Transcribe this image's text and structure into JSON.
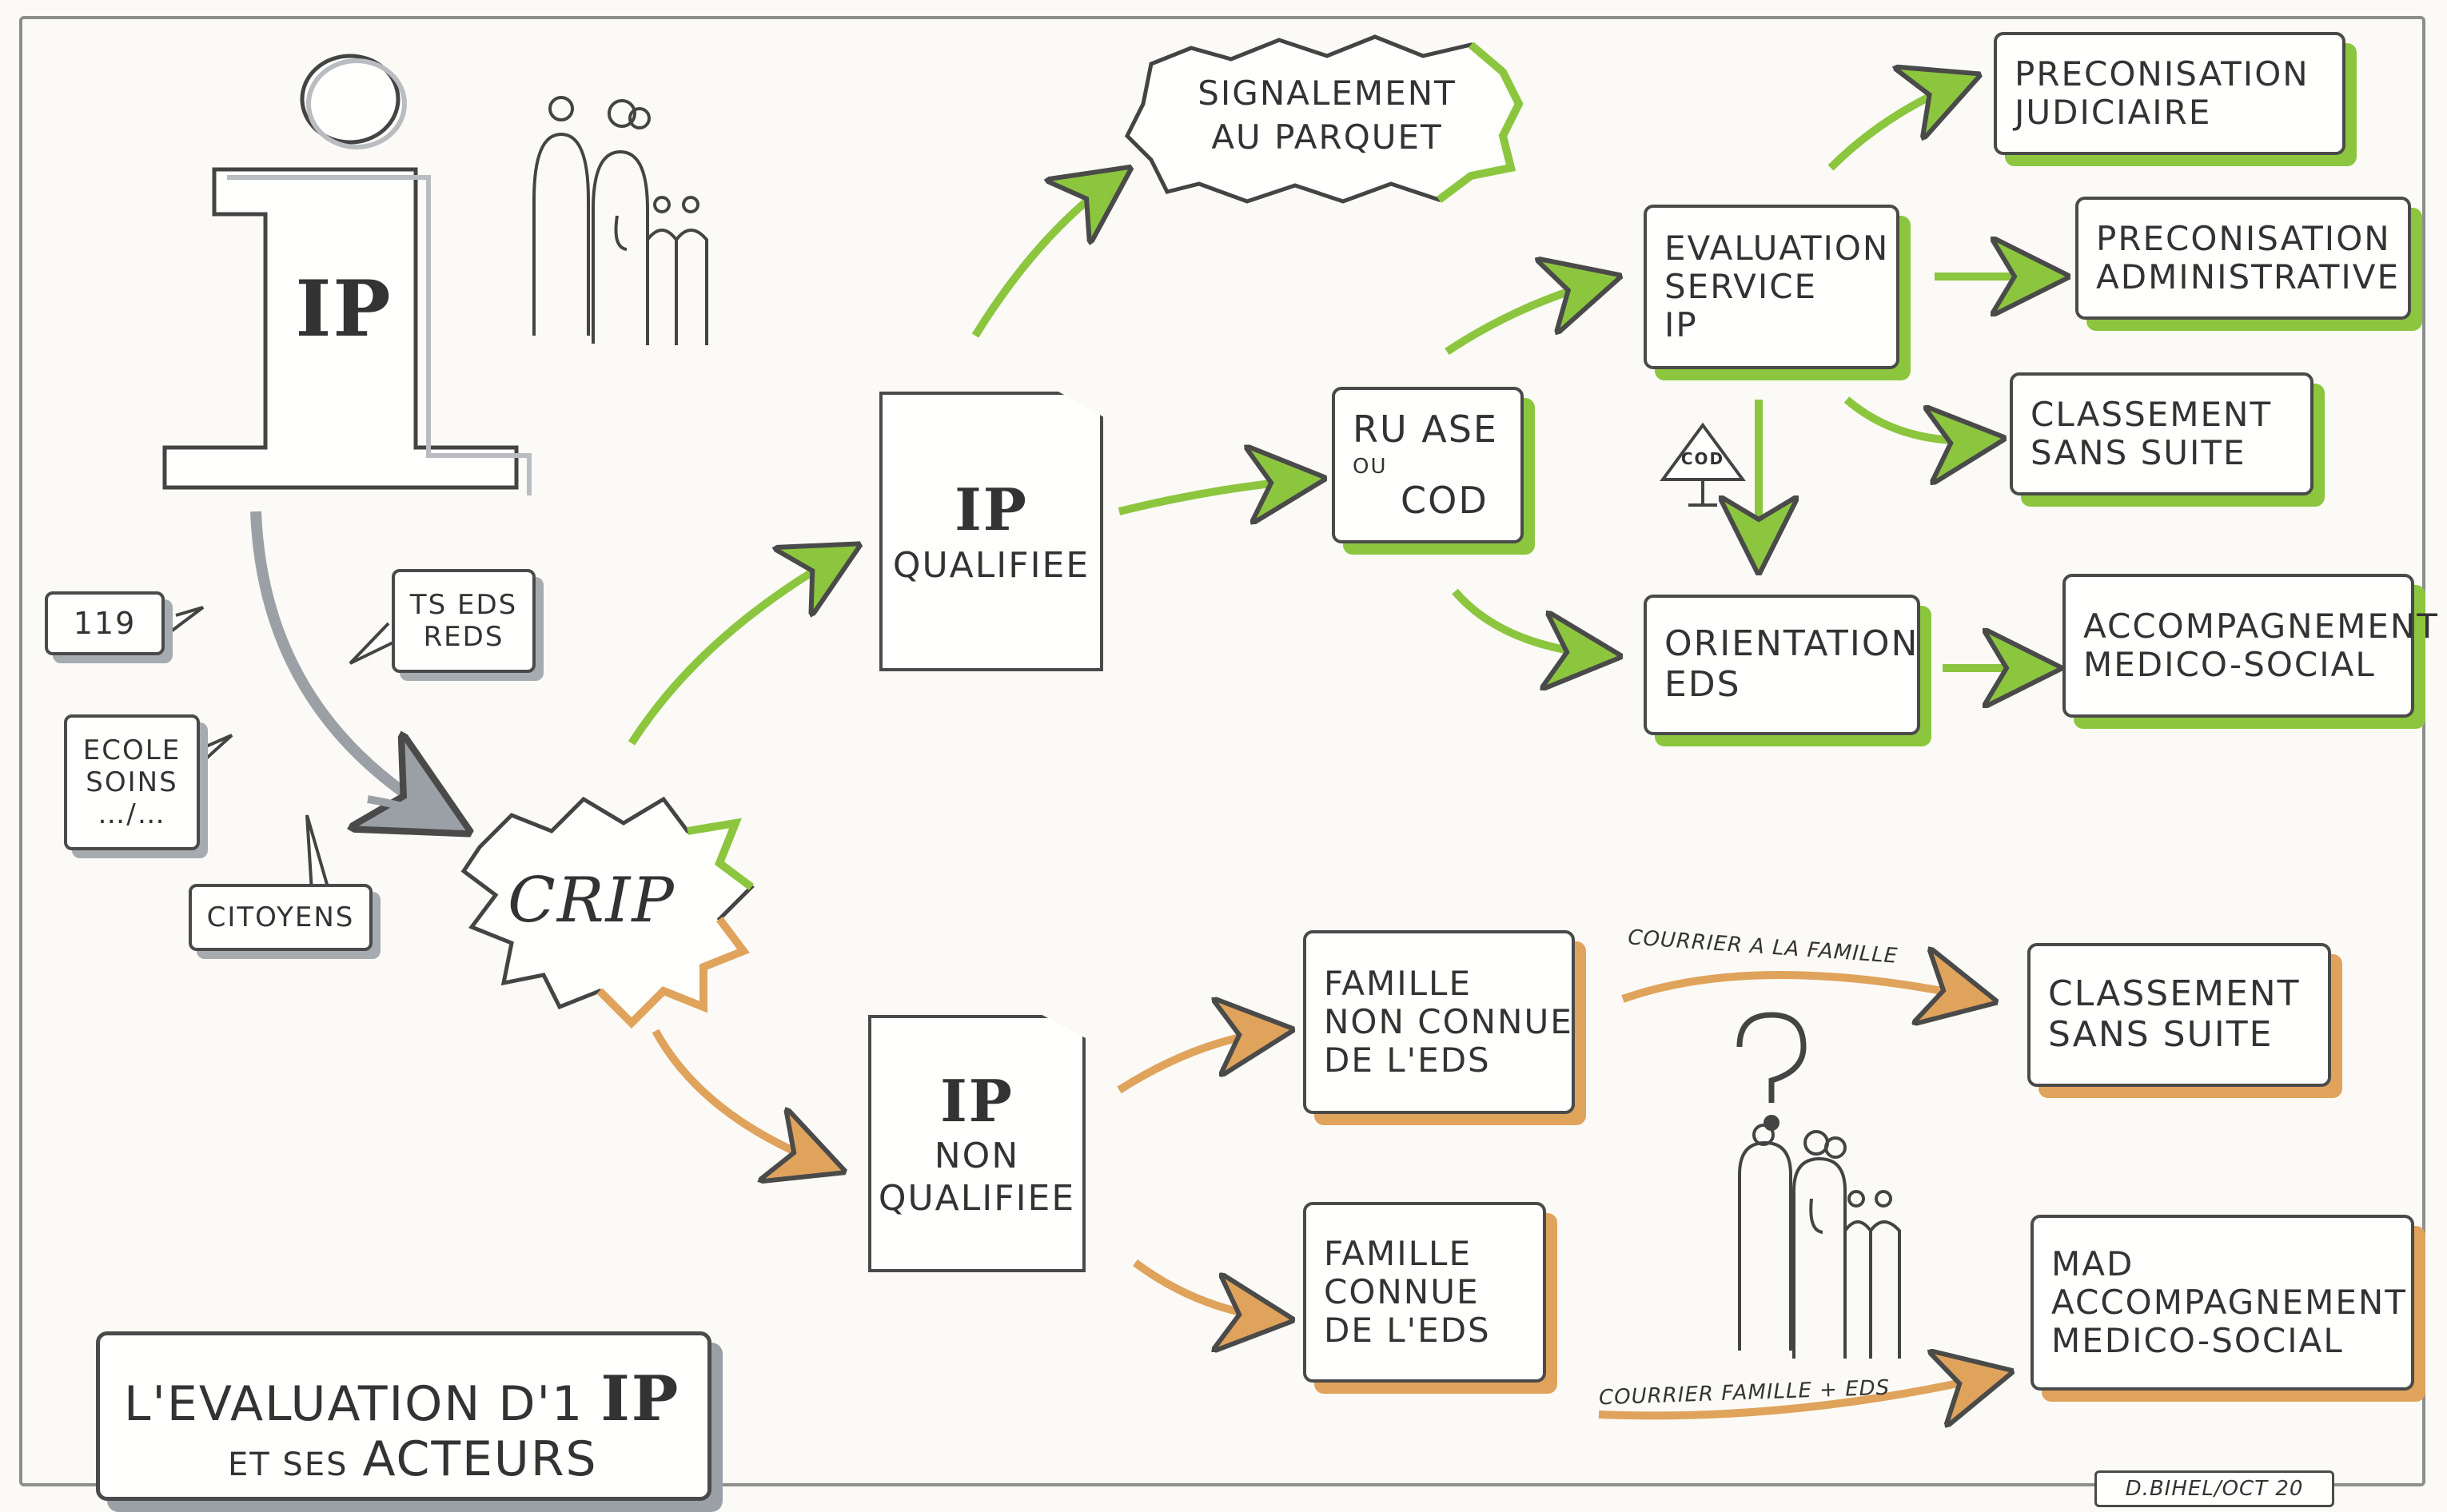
{
  "info_icon": {
    "label": "IP"
  },
  "sources": {
    "phone_119": "119",
    "ts_eds": [
      "TS EDS",
      "REDS"
    ],
    "ecole": [
      "ECOLE",
      "SOINS",
      "…/…"
    ],
    "citoyens": "CITOYENS"
  },
  "crip": "CRIP",
  "signalement": [
    "SIGNALEMENT",
    "AU PARQUET"
  ],
  "ip_qualifiee": {
    "big": "IP",
    "small": "QUALIFIEE"
  },
  "ip_non_qualifiee": {
    "big": "IP",
    "lines": [
      "NON",
      "QUALIFIEE"
    ]
  },
  "ru_ase": {
    "line1": "RU ASE",
    "ou": "OU",
    "line2": "COD"
  },
  "evaluation": [
    "EVALUATION",
    "SERVICE",
    "IP"
  ],
  "cod_sign": "COD",
  "orientation": [
    "ORIENTATION",
    "EDS"
  ],
  "outcomes_green": {
    "preco_judiciaire": [
      "PRECONISATION",
      "JUDICIAIRE"
    ],
    "preco_admin": [
      "PRECONISATION",
      "ADMINISTRATIVE"
    ],
    "classement": [
      "CLASSEMENT",
      "SANS SUITE"
    ],
    "accompagnement": [
      "ACCOMPAGNEMENT",
      "MEDICO-SOCIAL"
    ]
  },
  "famille_non_connue": [
    "FAMILLE",
    "NON CONNUE",
    "DE L'EDS"
  ],
  "famille_connue": [
    "FAMILLE",
    "CONNUE",
    "DE L'EDS"
  ],
  "courrier_famille": "COURRIER A LA FAMILLE",
  "courrier_famille_eds": "COURRIER FAMILLE + EDS",
  "question_mark": "?",
  "outcomes_orange": {
    "classement": [
      "CLASSEMENT",
      "SANS SUITE"
    ],
    "mad": [
      "MAD",
      "ACCOMPAGNEMENT",
      "MEDICO-SOCIAL"
    ]
  },
  "title": {
    "line1_prefix": "L'EVALUATION D'1",
    "line1_ip": "IP",
    "line2_small": "ET SES",
    "line2_big": "ACTEURS"
  },
  "signature": "D.BIHEL/OCT 20",
  "colors": {
    "green": "#8cc63f",
    "orange": "#e0a35c",
    "grey": "#9aa0a6",
    "ink": "#333333"
  },
  "icons": [
    "info-icon",
    "family-icon",
    "speech-bubble-icon",
    "warning-sign-icon",
    "question-icon",
    "arrow-icon"
  ]
}
